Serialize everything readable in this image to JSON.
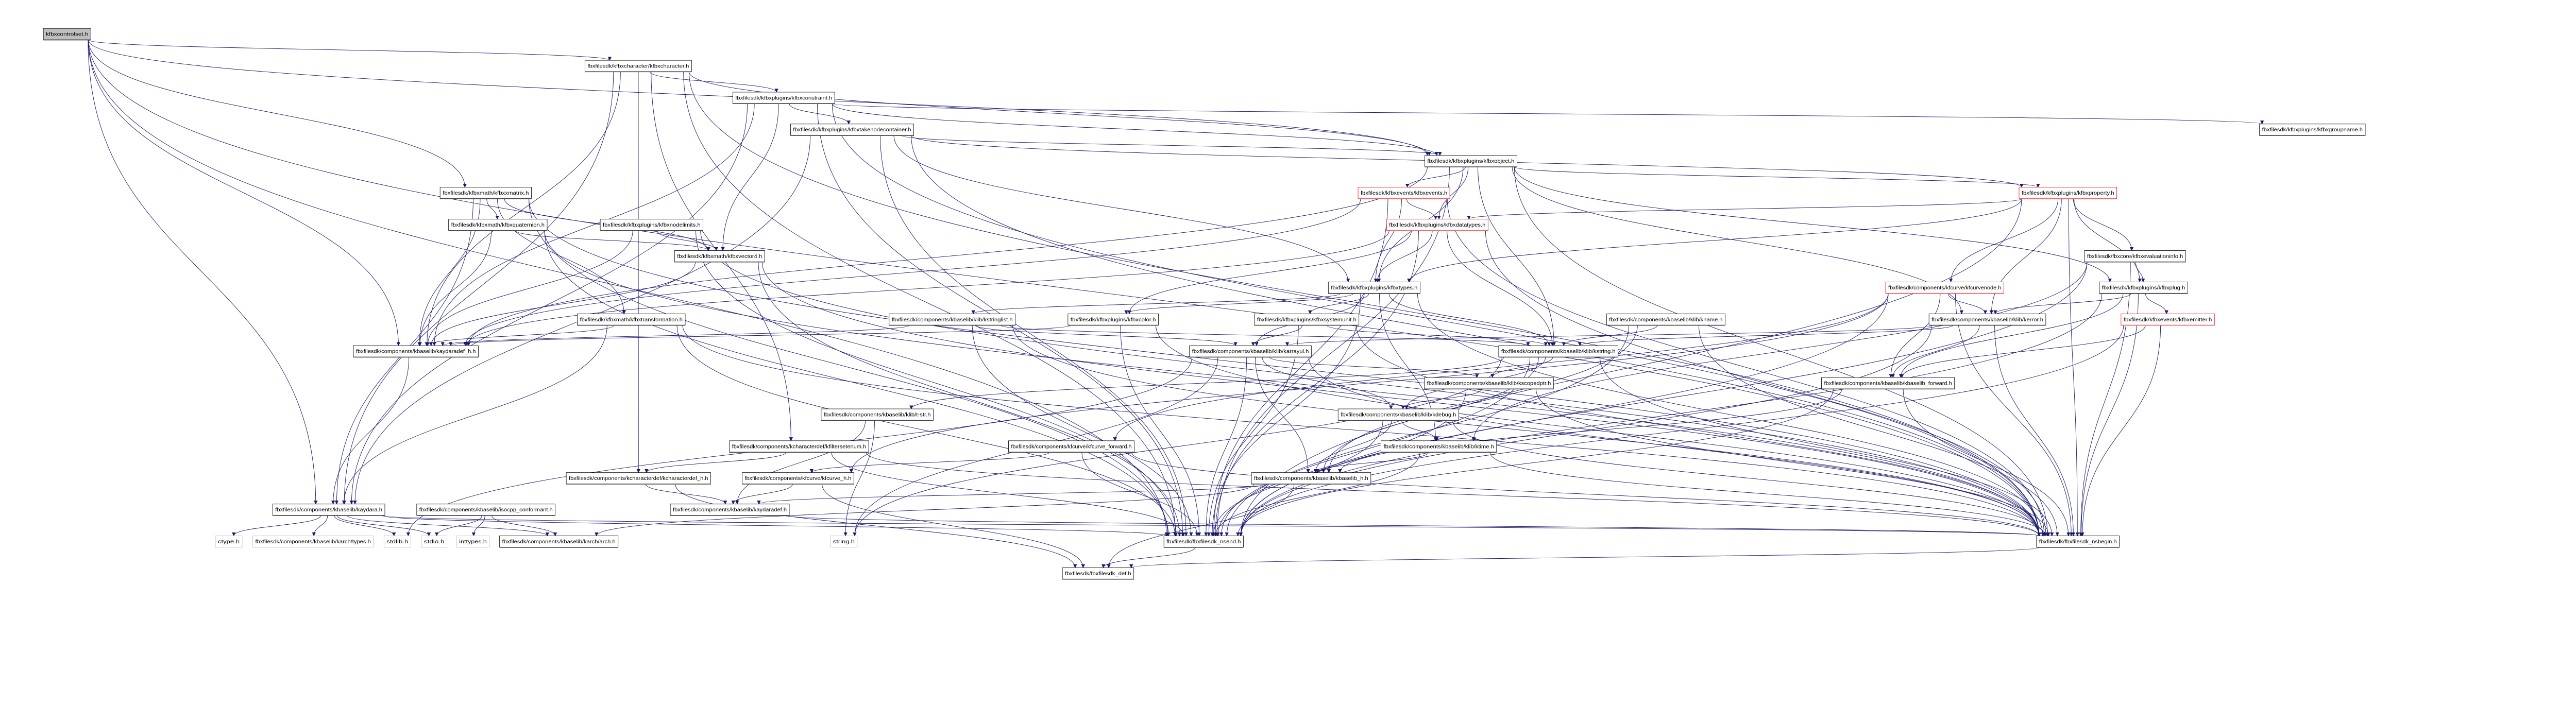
{
  "graph": {
    "title": "kfbxcontrolset.h include dependency graph",
    "colors": {
      "edge": "#191970",
      "root_fill": "#bfbfbf",
      "documented_border": "#000000",
      "truncated_border": "#ff0000",
      "external_border": "#bfbfbf"
    },
    "nodes": [
      {
        "id": "controlset",
        "label": "kfbxcontrolset.h",
        "kind": "root"
      },
      {
        "id": "character",
        "label": "fbxfilesdk/kfbxcharacter/kfbxcharacter.h",
        "kind": "normal"
      },
      {
        "id": "constraint",
        "label": "fbxfilesdk/kfbxplugins/kfbxconstraint.h",
        "kind": "normal"
      },
      {
        "id": "takenode",
        "label": "fbxfilesdk/kfbxplugins/kfbxtakenodecontainer.h",
        "kind": "normal"
      },
      {
        "id": "groupname",
        "label": "fbxfilesdk/kfbxplugins/kfbxgroupname.h",
        "kind": "normal"
      },
      {
        "id": "object",
        "label": "fbxfilesdk/kfbxplugins/kfbxobject.h",
        "kind": "normal"
      },
      {
        "id": "xmatrix",
        "label": "fbxfilesdk/kfbxmath/kfbxxmatrix.h",
        "kind": "normal"
      },
      {
        "id": "events",
        "label": "fbxfilesdk/kfbxevents/kfbxevents.h",
        "kind": "truncated"
      },
      {
        "id": "property",
        "label": "fbxfilesdk/kfbxplugins/kfbxproperty.h",
        "kind": "truncated"
      },
      {
        "id": "quaternion",
        "label": "fbxfilesdk/kfbxmath/kfbxquaternion.h",
        "kind": "normal"
      },
      {
        "id": "nodelimits",
        "label": "fbxfilesdk/kfbxplugins/kfbxnodelimits.h",
        "kind": "normal"
      },
      {
        "id": "datatypes",
        "label": "fbxfilesdk/kfbxplugins/kfbxdatatypes.h",
        "kind": "truncated"
      },
      {
        "id": "vector4",
        "label": "fbxfilesdk/kfbxmath/kfbxvector4.h",
        "kind": "normal"
      },
      {
        "id": "evalinfo",
        "label": "fbxfilesdk/fbxcore/kfbxevaluationinfo.h",
        "kind": "normal"
      },
      {
        "id": "types",
        "label": "fbxfilesdk/kfbxplugins/kfbxtypes.h",
        "kind": "normal"
      },
      {
        "id": "curvenode",
        "label": "fbxfilesdk/components/kfcurve/kfcurvenode.h",
        "kind": "truncated"
      },
      {
        "id": "plug",
        "label": "fbxfilesdk/kfbxplugins/kfbxplug.h",
        "kind": "normal"
      },
      {
        "id": "transformation",
        "label": "fbxfilesdk/kfbxmath/kfbxtransformation.h",
        "kind": "normal"
      },
      {
        "id": "stringlist",
        "label": "fbxfilesdk/components/kbaselib/klib/kstringlist.h",
        "kind": "normal"
      },
      {
        "id": "color",
        "label": "fbxfilesdk/kfbxplugins/kfbxcolor.h",
        "kind": "normal"
      },
      {
        "id": "systemunit",
        "label": "fbxfilesdk/kfbxplugins/kfbxsystemunit.h",
        "kind": "normal"
      },
      {
        "id": "kname",
        "label": "fbxfilesdk/components/kbaselib/klib/kname.h",
        "kind": "normal"
      },
      {
        "id": "kerror",
        "label": "fbxfilesdk/components/kbaselib/klib/kerror.h",
        "kind": "normal"
      },
      {
        "id": "emitter",
        "label": "fbxfilesdk/kfbxevents/kfbxemitter.h",
        "kind": "truncated"
      },
      {
        "id": "kaydaradef_h",
        "label": "fbxfilesdk/components/kbaselib/kaydaradef_h.h",
        "kind": "normal"
      },
      {
        "id": "karrayul",
        "label": "fbxfilesdk/components/kbaselib/klib/karrayul.h",
        "kind": "normal"
      },
      {
        "id": "kstring",
        "label": "fbxfilesdk/components/kbaselib/klib/kstring.h",
        "kind": "normal"
      },
      {
        "id": "kscopedptr",
        "label": "fbxfilesdk/components/kbaselib/klib/kscopedptr.h",
        "kind": "normal"
      },
      {
        "id": "kbaselib_forward",
        "label": "fbxfilesdk/components/kbaselib/kbaselib_forward.h",
        "kind": "normal"
      },
      {
        "id": "tstr",
        "label": "fbxfilesdk/components/kbaselib/klib/t-str.h",
        "kind": "normal"
      },
      {
        "id": "kdebug",
        "label": "fbxfilesdk/components/kbaselib/klib/kdebug.h",
        "kind": "normal"
      },
      {
        "id": "kfiltersetenum",
        "label": "fbxfilesdk/components/kcharacterdef/kfiltersetenum.h",
        "kind": "normal"
      },
      {
        "id": "kfcurve_forward",
        "label": "fbxfilesdk/components/kfcurve/kfcurve_forward.h",
        "kind": "normal"
      },
      {
        "id": "ktime",
        "label": "fbxfilesdk/components/kbaselib/klib/ktime.h",
        "kind": "normal"
      },
      {
        "id": "kcharacterdef_h",
        "label": "fbxfilesdk/components/kcharacterdef/kcharacterdef_h.h",
        "kind": "normal"
      },
      {
        "id": "kfcurve_h",
        "label": "fbxfilesdk/components/kfcurve/kfcurve_h.h",
        "kind": "normal"
      },
      {
        "id": "kbaselib_h",
        "label": "fbxfilesdk/components/kbaselib/kbaselib_h.h",
        "kind": "normal"
      },
      {
        "id": "kaydara",
        "label": "fbxfilesdk/components/kbaselib/kaydara.h",
        "kind": "normal"
      },
      {
        "id": "isocpp",
        "label": "fbxfilesdk/components/kbaselib/isocpp_conformant.h",
        "kind": "normal"
      },
      {
        "id": "kaydaradef",
        "label": "fbxfilesdk/components/kbaselib/kaydaradef.h",
        "kind": "normal"
      },
      {
        "id": "ctype",
        "label": "ctype.h",
        "kind": "external"
      },
      {
        "id": "karch_types",
        "label": "fbxfilesdk/components/kbaselib/karch/types.h",
        "kind": "external"
      },
      {
        "id": "stdlib",
        "label": "stdlib.h",
        "kind": "external"
      },
      {
        "id": "stdio",
        "label": "stdio.h",
        "kind": "external"
      },
      {
        "id": "inttypes",
        "label": "inttypes.h",
        "kind": "external"
      },
      {
        "id": "arch",
        "label": "fbxfilesdk/components/kbaselib/karch/arch.h",
        "kind": "normal"
      },
      {
        "id": "string",
        "label": "string.h",
        "kind": "external"
      },
      {
        "id": "nsend",
        "label": "fbxfilesdk/fbxfilesdk_nsend.h",
        "kind": "normal"
      },
      {
        "id": "nsbegin",
        "label": "fbxfilesdk/fbxfilesdk_nsbegin.h",
        "kind": "normal"
      },
      {
        "id": "def",
        "label": "fbxfilesdk/fbxfilesdk_def.h",
        "kind": "normal"
      }
    ],
    "edges": [
      [
        "controlset",
        "character"
      ],
      [
        "controlset",
        "xmatrix"
      ],
      [
        "controlset",
        "kaydaradef_h"
      ],
      [
        "controlset",
        "kaydara"
      ],
      [
        "controlset",
        "nsbegin"
      ],
      [
        "controlset",
        "nsend"
      ],
      [
        "controlset",
        "object"
      ],
      [
        "character",
        "constraint"
      ],
      [
        "character",
        "kaydara"
      ],
      [
        "character",
        "kaydaradef_h"
      ],
      [
        "character",
        "object"
      ],
      [
        "character",
        "kfiltersetenum"
      ],
      [
        "character",
        "kcharacterdef_h"
      ],
      [
        "character",
        "nsbegin"
      ],
      [
        "character",
        "nsend"
      ],
      [
        "constraint",
        "takenode"
      ],
      [
        "constraint",
        "object"
      ],
      [
        "constraint",
        "groupname"
      ],
      [
        "constraint",
        "kaydaradef_h"
      ],
      [
        "constraint",
        "kaydara"
      ],
      [
        "constraint",
        "vector4"
      ],
      [
        "constraint",
        "nsbegin"
      ],
      [
        "constraint",
        "nsend"
      ],
      [
        "takenode",
        "object"
      ],
      [
        "takenode",
        "property"
      ],
      [
        "takenode",
        "types"
      ],
      [
        "takenode",
        "kaydara"
      ],
      [
        "takenode",
        "nsbegin"
      ],
      [
        "takenode",
        "nsend"
      ],
      [
        "object",
        "events"
      ],
      [
        "object",
        "property"
      ],
      [
        "object",
        "datatypes"
      ],
      [
        "object",
        "types"
      ],
      [
        "object",
        "kerror"
      ],
      [
        "object",
        "kstring"
      ],
      [
        "object",
        "plug"
      ],
      [
        "object",
        "kaydaradef_h"
      ],
      [
        "object",
        "nsbegin"
      ],
      [
        "object",
        "nsend"
      ],
      [
        "xmatrix",
        "quaternion"
      ],
      [
        "xmatrix",
        "vector4"
      ],
      [
        "xmatrix",
        "kaydaradef_h"
      ],
      [
        "xmatrix",
        "kaydara"
      ],
      [
        "xmatrix",
        "transformation"
      ],
      [
        "xmatrix",
        "nsbegin"
      ],
      [
        "xmatrix",
        "nsend"
      ],
      [
        "quaternion",
        "vector4"
      ],
      [
        "quaternion",
        "kaydaradef_h"
      ],
      [
        "quaternion",
        "nsbegin"
      ],
      [
        "quaternion",
        "nsend"
      ],
      [
        "nodelimits",
        "vector4"
      ],
      [
        "nodelimits",
        "kaydaradef_h"
      ],
      [
        "nodelimits",
        "nsbegin"
      ],
      [
        "nodelimits",
        "nsend"
      ],
      [
        "vector4",
        "kaydaradef_h"
      ],
      [
        "vector4",
        "nsbegin"
      ],
      [
        "vector4",
        "nsend"
      ],
      [
        "events",
        "datatypes"
      ],
      [
        "events",
        "types"
      ],
      [
        "events",
        "kaydaradef_h"
      ],
      [
        "events",
        "nsbegin"
      ],
      [
        "events",
        "nsend"
      ],
      [
        "property",
        "curvenode"
      ],
      [
        "property",
        "evalinfo"
      ],
      [
        "property",
        "plug"
      ],
      [
        "property",
        "datatypes"
      ],
      [
        "property",
        "types"
      ],
      [
        "property",
        "kerror"
      ],
      [
        "property",
        "nsbegin"
      ],
      [
        "property",
        "nsend"
      ],
      [
        "datatypes",
        "types"
      ],
      [
        "datatypes",
        "kstring"
      ],
      [
        "datatypes",
        "color"
      ],
      [
        "datatypes",
        "kaydaradef_h"
      ],
      [
        "datatypes",
        "nsbegin"
      ],
      [
        "datatypes",
        "nsend"
      ],
      [
        "evalinfo",
        "plug"
      ],
      [
        "evalinfo",
        "ktime"
      ],
      [
        "evalinfo",
        "nsbegin"
      ],
      [
        "evalinfo",
        "nsend"
      ],
      [
        "types",
        "systemunit"
      ],
      [
        "types",
        "kstring"
      ],
      [
        "types",
        "karrayul"
      ],
      [
        "types",
        "color"
      ],
      [
        "types",
        "stringlist"
      ],
      [
        "types",
        "ktime"
      ],
      [
        "types",
        "nsbegin"
      ],
      [
        "types",
        "nsend"
      ],
      [
        "curvenode",
        "kerror"
      ],
      [
        "curvenode",
        "kbaselib_forward"
      ],
      [
        "curvenode",
        "kfcurve_h"
      ],
      [
        "curvenode",
        "kfcurve_forward"
      ],
      [
        "curvenode",
        "nsbegin"
      ],
      [
        "curvenode",
        "nsend"
      ],
      [
        "plug",
        "emitter"
      ],
      [
        "plug",
        "kerror"
      ],
      [
        "plug",
        "kbaselib_forward"
      ],
      [
        "plug",
        "nsbegin"
      ],
      [
        "plug",
        "nsend"
      ],
      [
        "transformation",
        "kaydaradef_h"
      ],
      [
        "transformation",
        "kaydara"
      ],
      [
        "transformation",
        "nsbegin"
      ],
      [
        "transformation",
        "nsend"
      ],
      [
        "stringlist",
        "karrayul"
      ],
      [
        "stringlist",
        "kstring"
      ],
      [
        "stringlist",
        "kaydaradef_h"
      ],
      [
        "stringlist",
        "nsbegin"
      ],
      [
        "stringlist",
        "nsend"
      ],
      [
        "color",
        "kaydaradef_h"
      ],
      [
        "color",
        "nsbegin"
      ],
      [
        "color",
        "nsend"
      ],
      [
        "systemunit",
        "karrayul"
      ],
      [
        "systemunit",
        "kstring"
      ],
      [
        "systemunit",
        "nsbegin"
      ],
      [
        "systemunit",
        "nsend"
      ],
      [
        "kname",
        "kstring"
      ],
      [
        "kname",
        "kbaselib_h"
      ],
      [
        "kname",
        "nsbegin"
      ],
      [
        "kname",
        "nsend"
      ],
      [
        "kerror",
        "karrayul"
      ],
      [
        "kerror",
        "kstring"
      ],
      [
        "kerror",
        "kbaselib_forward"
      ],
      [
        "kerror",
        "nsbegin"
      ],
      [
        "kerror",
        "nsend"
      ],
      [
        "emitter",
        "kbaselib_forward"
      ],
      [
        "emitter",
        "nsbegin"
      ],
      [
        "emitter",
        "nsend"
      ],
      [
        "kaydaradef_h",
        "kaydara"
      ],
      [
        "karrayul",
        "kbaselib_h"
      ],
      [
        "karrayul",
        "kscopedptr"
      ],
      [
        "karrayul",
        "kdebug"
      ],
      [
        "karrayul",
        "stdlib"
      ],
      [
        "karrayul",
        "string"
      ],
      [
        "karrayul",
        "nsbegin"
      ],
      [
        "karrayul",
        "nsend"
      ],
      [
        "kstring",
        "kscopedptr"
      ],
      [
        "kstring",
        "kdebug"
      ],
      [
        "kstring",
        "kbaselib_h"
      ],
      [
        "kstring",
        "tstr"
      ],
      [
        "kstring",
        "string"
      ],
      [
        "kstring",
        "nsbegin"
      ],
      [
        "kstring",
        "nsend"
      ],
      [
        "kscopedptr",
        "kdebug"
      ],
      [
        "kscopedptr",
        "nsbegin"
      ],
      [
        "kscopedptr",
        "nsend"
      ],
      [
        "kbaselib_forward",
        "kbaselib_h"
      ],
      [
        "kbaselib_forward",
        "nsbegin"
      ],
      [
        "kbaselib_forward",
        "nsend"
      ],
      [
        "tstr",
        "string"
      ],
      [
        "tstr",
        "kaydaradef"
      ],
      [
        "kdebug",
        "ktime"
      ],
      [
        "kdebug",
        "kbaselib_h"
      ],
      [
        "kdebug",
        "nsbegin"
      ],
      [
        "kdebug",
        "nsend"
      ],
      [
        "kfiltersetenum",
        "kcharacterdef_h"
      ],
      [
        "kfiltersetenum",
        "nsbegin"
      ],
      [
        "kfiltersetenum",
        "nsend"
      ],
      [
        "kfcurve_forward",
        "kfcurve_h"
      ],
      [
        "kfcurve_forward",
        "nsbegin"
      ],
      [
        "kfcurve_forward",
        "nsend"
      ],
      [
        "ktime",
        "kbaselib_h"
      ],
      [
        "ktime",
        "nsbegin"
      ],
      [
        "ktime",
        "nsend"
      ],
      [
        "kcharacterdef_h",
        "kaydaradef"
      ],
      [
        "kcharacterdef_h",
        "def"
      ],
      [
        "kfcurve_h",
        "kaydaradef"
      ],
      [
        "kfcurve_h",
        "def"
      ],
      [
        "kbaselib_h",
        "kaydaradef"
      ],
      [
        "kbaselib_h",
        "def"
      ],
      [
        "kbaselib_h",
        "arch"
      ],
      [
        "kaydara",
        "ctype"
      ],
      [
        "kaydara",
        "karch_types"
      ],
      [
        "kaydara",
        "stdlib"
      ],
      [
        "kaydara",
        "stdio"
      ],
      [
        "kaydara",
        "arch"
      ],
      [
        "kaydara",
        "nsend"
      ],
      [
        "kaydara",
        "nsbegin"
      ],
      [
        "isocpp",
        "stdio"
      ],
      [
        "isocpp",
        "inttypes"
      ],
      [
        "isocpp",
        "arch"
      ],
      [
        "kaydaradef",
        "nsbegin"
      ],
      [
        "nsend",
        "def"
      ],
      [
        "nsbegin",
        "def"
      ]
    ]
  }
}
